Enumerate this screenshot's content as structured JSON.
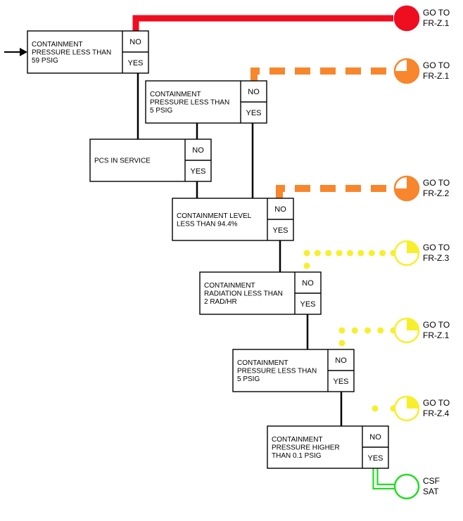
{
  "colors": {
    "red": "#ef0d20",
    "orange": "#f7862c",
    "yellow": "#f7ef2c",
    "green": "#22dd22",
    "line": "#000000"
  },
  "no_label": "NO",
  "yes_label": "YES",
  "entry_arrow_icon": "right-arrow-icon",
  "decisions": [
    {
      "id": "b1",
      "lines": [
        "CONTAINMENT",
        "PRESSURE LESS THAN",
        "59 PSIG"
      ],
      "no_target": {
        "lines": [
          "GO TO",
          "FR-Z.1"
        ],
        "color": "red",
        "style": "solid",
        "fill_fraction": 1.0,
        "icon": "red-full-circle-icon"
      }
    },
    {
      "id": "b2",
      "lines": [
        "CONTAINMENT",
        "PRESSURE LESS THAN",
        "5 PSIG"
      ],
      "no_target": {
        "lines": [
          "GO TO",
          "FR-Z.1"
        ],
        "color": "orange",
        "style": "dashed",
        "fill_fraction": 0.75,
        "icon": "orange-three-quarter-circle-icon"
      }
    },
    {
      "id": "b3",
      "lines": [
        "PCS IN SERVICE"
      ]
    },
    {
      "id": "b4",
      "lines": [
        "CONTAINMENT LEVEL",
        "LESS THAN 94.4%"
      ],
      "no_target": {
        "lines": [
          "GO TO",
          "FR-Z.2"
        ],
        "color": "orange",
        "style": "dashed",
        "fill_fraction": 0.75,
        "icon": "orange-three-quarter-circle-icon"
      }
    },
    {
      "id": "b5",
      "lines": [
        "CONTAINMENT",
        "RADIATION LESS THAN",
        "2 RAD/HR"
      ],
      "no_target": {
        "lines": [
          "GO TO",
          "FR-Z.3"
        ],
        "color": "yellow",
        "style": "dotted",
        "fill_fraction": 0.25,
        "icon": "yellow-quarter-circle-icon"
      }
    },
    {
      "id": "b6",
      "lines": [
        "CONTAINMENT",
        "PRESSURE LESS THAN",
        "5 PSIG"
      ],
      "no_target": {
        "lines": [
          "GO TO",
          "FR-Z.1"
        ],
        "color": "yellow",
        "style": "dotted",
        "fill_fraction": 0.25,
        "icon": "yellow-quarter-circle-icon"
      }
    },
    {
      "id": "b7",
      "lines": [
        "CONTAINMENT",
        "PRESSURE HIGHER",
        "THAN 0.1 PSIG"
      ],
      "no_target": {
        "lines": [
          "GO TO",
          "FR-Z.4"
        ],
        "color": "yellow",
        "style": "dotted",
        "fill_fraction": 0.25,
        "icon": "yellow-quarter-circle-icon"
      }
    }
  ],
  "final_target": {
    "lines": [
      "CSF",
      "SAT"
    ],
    "color": "green",
    "style": "double",
    "fill_fraction": 0,
    "icon": "green-open-circle-icon"
  }
}
